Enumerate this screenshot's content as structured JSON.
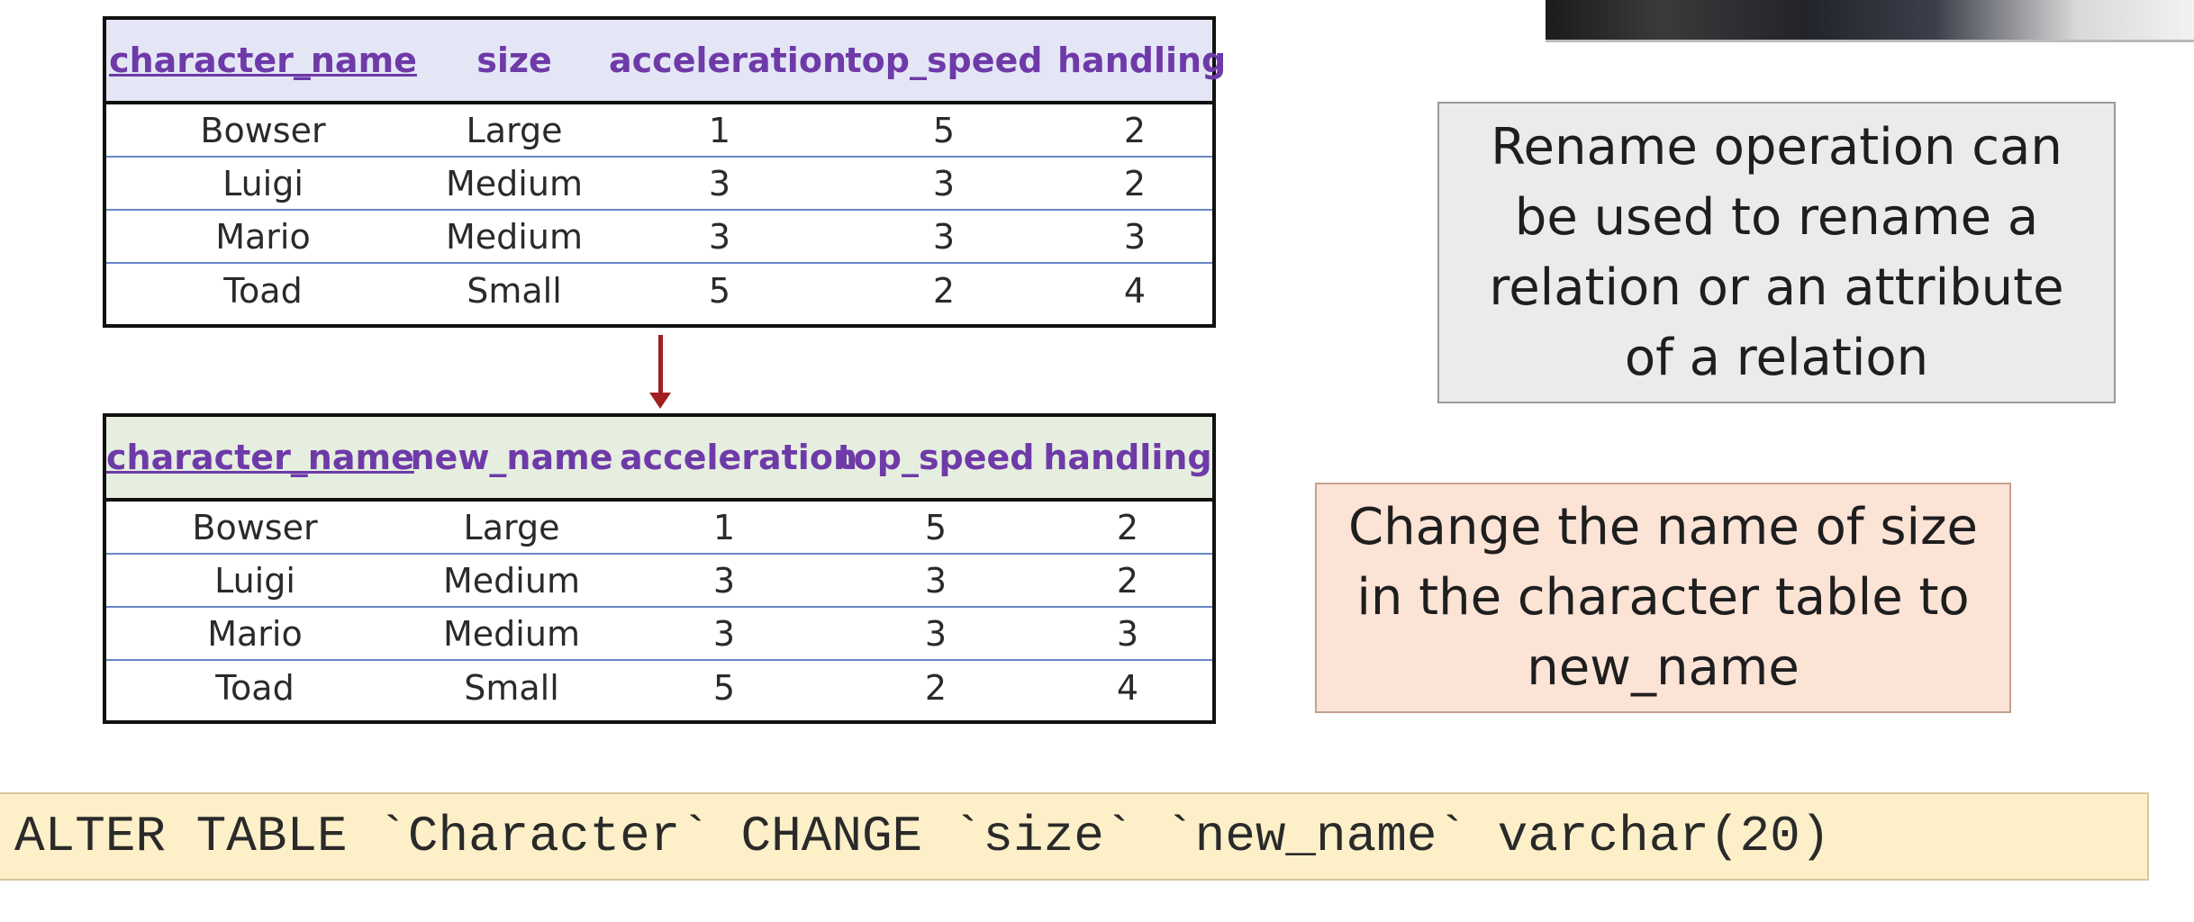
{
  "table_original": {
    "columns": [
      "character_name",
      "size",
      "acceleration",
      "top_speed",
      "handling"
    ],
    "rows": [
      [
        "Bowser",
        "Large",
        "1",
        "5",
        "2"
      ],
      [
        "Luigi",
        "Medium",
        "3",
        "3",
        "2"
      ],
      [
        "Mario",
        "Medium",
        "3",
        "3",
        "3"
      ],
      [
        "Toad",
        "Small",
        "5",
        "2",
        "4"
      ]
    ]
  },
  "table_renamed": {
    "columns": [
      "character_name",
      "new_name",
      "acceleration",
      "top_speed",
      "handling"
    ],
    "rows": [
      [
        "Bowser",
        "Large",
        "1",
        "5",
        "2"
      ],
      [
        "Luigi",
        "Medium",
        "3",
        "3",
        "2"
      ],
      [
        "Mario",
        "Medium",
        "3",
        "3",
        "3"
      ],
      [
        "Toad",
        "Small",
        "5",
        "2",
        "4"
      ]
    ]
  },
  "note_rename": "Rename operation can be used to rename a relation or an attribute of a relation",
  "note_change": "Change the name of size in the character table to new_name",
  "sql": "ALTER TABLE `Character` CHANGE `size` `new_name` varchar(20)",
  "colors": {
    "header_text": "#6e3aa8",
    "arrow": "#a02020",
    "row_divider": "#6b86c8",
    "sql_background": "#fdf0c8",
    "note_change_background": "#fbe3d6",
    "note_rename_background": "#ebebeb"
  }
}
